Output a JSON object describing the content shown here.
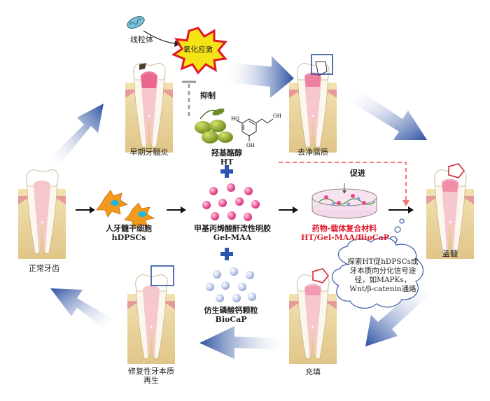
{
  "labels": {
    "mitochondria": "线粒体",
    "oxidative_stress": "氧化应激",
    "inhibit": "抑制",
    "promote": "促进",
    "early_pulpitis": "早期牙髓炎",
    "caries_removal": "去净腐质",
    "pulp_capping": "盖髓",
    "normal_tooth": "正常牙齿",
    "filling": "充填",
    "dentin_regen_line1": "修复性牙本质",
    "dentin_regen_line2": "再生"
  },
  "components": {
    "ht_cn": "羟基酪醇",
    "ht_en": "HT",
    "cells_cn": "人牙髓干细胞",
    "cells_en": "hDPSCs",
    "gel_cn": "甲基丙烯酸酐改性明胶",
    "gel_en": "Gel-MAA",
    "biocap_cn": "仿生磷酸钙颗粒",
    "biocap_en": "BioCaP",
    "composite_cn": "药物-载体复合材料",
    "composite_en": "HT/Gel-MAA/BioCaP"
  },
  "note": {
    "line1": "探索HT促hDPSCs成",
    "line2": "牙本质向分化信号途",
    "line3": "径，如MAPKs，",
    "line4": "Wnt/β-catenin通路"
  },
  "colors": {
    "big_arrow": "#2a4fa0",
    "accent_red": "#e0192a",
    "cross_blue": "#2d56b0",
    "cell_orange": "#f39a1e",
    "gel_pink": "#e8478c",
    "biocap_blue": "#b9c6e6",
    "dash_red": "#f07a7a"
  }
}
